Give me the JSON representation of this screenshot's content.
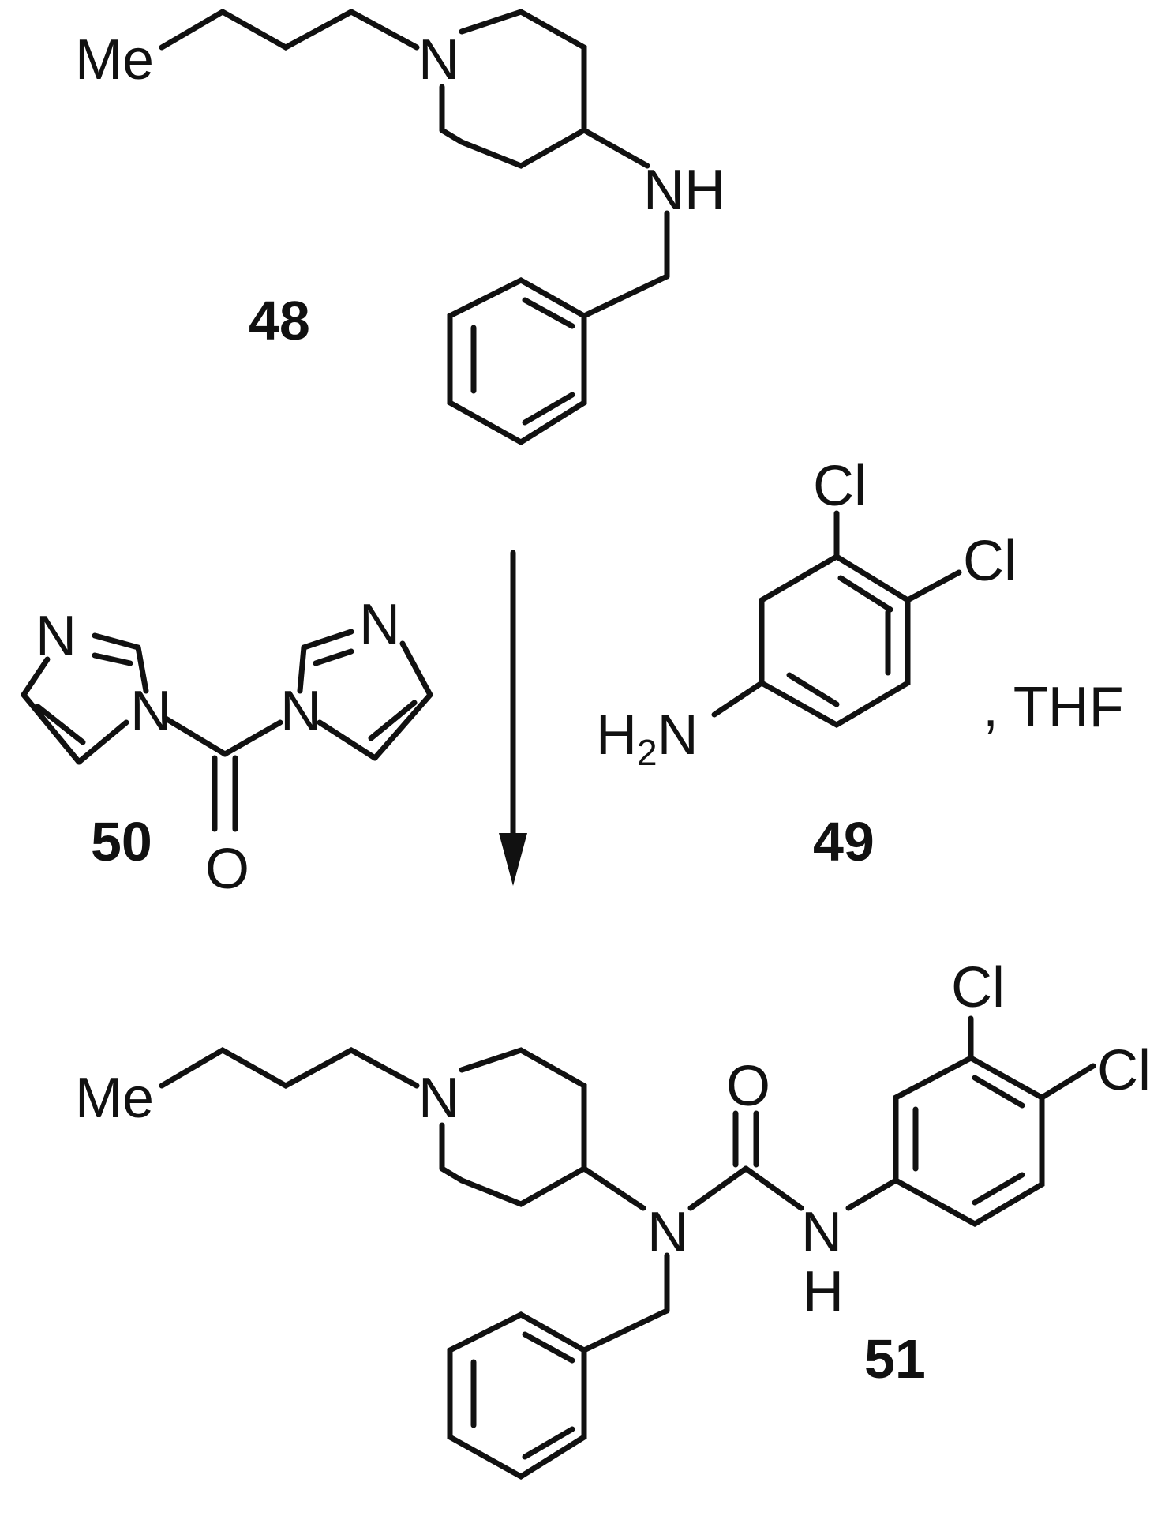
{
  "compounds": [
    {
      "id": "48",
      "label": "48",
      "atoms": {
        "me": "Me",
        "n_ring": "N",
        "nh": "NH"
      }
    },
    {
      "id": "49",
      "label": "49",
      "atoms": {
        "cl_3": "Cl",
        "cl_4": "Cl",
        "h2n_h": "H",
        "h2n_sub": "2",
        "h2n_n": "N"
      }
    },
    {
      "id": "50",
      "label": "50",
      "atoms": {
        "n_left_top": "N",
        "n_left_link": "N",
        "n_right_top": "N",
        "n_right_link": "N",
        "o": "O"
      }
    },
    {
      "id": "51",
      "label": "51",
      "atoms": {
        "me": "Me",
        "n_ring": "N",
        "n_urea": "N",
        "o": "O",
        "nh_n": "N",
        "nh_h": "H",
        "cl_3": "Cl",
        "cl_4": "Cl"
      }
    }
  ],
  "conditions": {
    "solvent": ", THF"
  },
  "colors": {
    "ink": "#111111",
    "background": "#ffffff"
  }
}
